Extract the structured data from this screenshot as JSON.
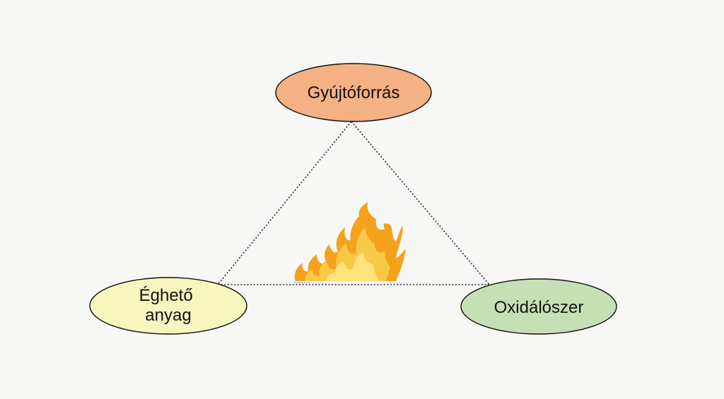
{
  "diagram": {
    "nodes": {
      "top": {
        "lines": [
          "Gyújtóforrás"
        ],
        "fill": "#f4b183"
      },
      "left": {
        "lines": [
          "Éghető",
          "anyag"
        ],
        "fill": "#f7f6bf"
      },
      "right": {
        "lines": [
          "Oxidálószer"
        ],
        "fill": "#c5e0b4"
      }
    },
    "colors": {
      "background": "#f7f7f5",
      "node_stroke": "#111111",
      "edge_stroke": "#333333",
      "flame_outer": "#f4a21c",
      "flame_mid": "#f9c846",
      "flame_inner": "#fde37a"
    },
    "center_icon": "flame-icon"
  }
}
